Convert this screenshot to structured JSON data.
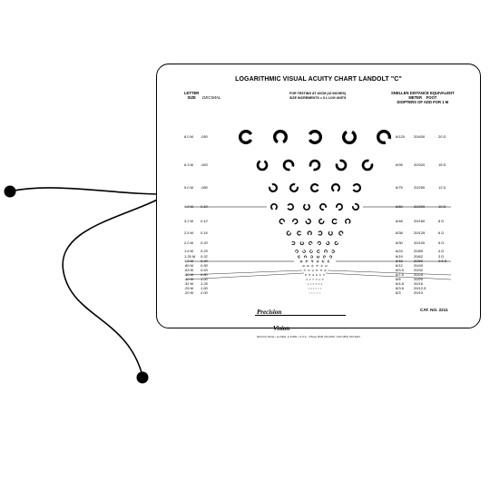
{
  "chart": {
    "title": "LOGARITHMIC VISUAL ACUITY CHART LANDOLT \"C\"",
    "left_header": "LETTER\nSIZE",
    "decimal_header": "DECIMAL",
    "mid_header_1": "FOR TESTING AT 40CM (16 INCHES)",
    "mid_header_2": "SIZE INCREMENTS = 0.1 LOG UNITS",
    "right_header_1": "SNELLEN DISTANCE EQUIVALENT",
    "right_header_2": "METER    FOOT",
    "right_header_3": "DIOPTERS OF ADD FOR 1 M",
    "rows": [
      {
        "letter": "8.0 M",
        "decimal": ".050",
        "meter": "6/120",
        "foot": "20/400",
        "diopter": "20 D",
        "count": 5
      },
      {
        "letter": "6.3 M",
        "decimal": ".063",
        "meter": "6/95",
        "foot": "20/320",
        "diopter": "15 D",
        "count": 5
      },
      {
        "letter": "5.0 M",
        "decimal": ".080",
        "meter": "6/75",
        "foot": "20/250",
        "diopter": "12 D",
        "count": 5
      },
      {
        "letter": "4.0 M",
        "decimal": "0.10",
        "meter": "6/60",
        "foot": "20/200",
        "diopter": "10 D",
        "count": 6
      },
      {
        "letter": "3.2 M",
        "decimal": "0.12",
        "meter": "6/48",
        "foot": "20/160",
        "diopter": "8 D",
        "count": 6
      },
      {
        "letter": "2.5 M",
        "decimal": "0.16",
        "meter": "6/38",
        "foot": "20/125",
        "diopter": "6 D",
        "count": 6
      },
      {
        "letter": "2.0 M",
        "decimal": "0.20",
        "meter": "6/30",
        "foot": "20/100",
        "diopter": "5 D",
        "count": 6
      },
      {
        "letter": "1.6 M",
        "decimal": "0.25",
        "meter": "6/24",
        "foot": "20/80",
        "diopter": "4 D",
        "count": 6
      },
      {
        "letter": "1.25 M",
        "decimal": "0.32",
        "meter": "6/19",
        "foot": "20/62",
        "diopter": "3 D",
        "count": 6
      },
      {
        "letter": "1.0 M",
        "decimal": "0.40",
        "meter": "6/15",
        "foot": "20/50",
        "diopter": "2.5 D",
        "count": 6
      },
      {
        "letter": ".80 M",
        "decimal": "0.50",
        "meter": "6/12",
        "foot": "20/40",
        "diopter": "",
        "count": 6
      },
      {
        "letter": ".63 M",
        "decimal": "0.63",
        "meter": "6/9.5",
        "foot": "20/32",
        "diopter": "",
        "count": 6
      },
      {
        "letter": ".50 M",
        "decimal": "0.80",
        "meter": "6/7.5",
        "foot": "20/25",
        "diopter": "",
        "count": 6
      },
      {
        "letter": ".40 M",
        "decimal": "1.00",
        "meter": "6/6",
        "foot": "20/20",
        "diopter": "",
        "count": 6
      },
      {
        "letter": ".32 M",
        "decimal": "1.25",
        "meter": "6/4.8",
        "foot": "20/16",
        "diopter": "",
        "count": 6
      },
      {
        "letter": ".25 M",
        "decimal": "1.60",
        "meter": "6/3.8",
        "foot": "20/12.5",
        "diopter": "",
        "count": 6
      },
      {
        "letter": ".20 M",
        "decimal": "2.00",
        "meter": "6/3",
        "foot": "20/10",
        "diopter": "",
        "count": 6
      }
    ],
    "brand_name_1": "Precision",
    "brand_name_2": "Vision",
    "brand_address": "944 First Street • La Salle, IL 61301 • U.S.A. • Phone (815) 223-2022 • FAX (815) 223-2224",
    "catalog_number": "CAT. NO. 2211"
  },
  "colors": {
    "ink": "#000000",
    "background": "#ffffff"
  }
}
